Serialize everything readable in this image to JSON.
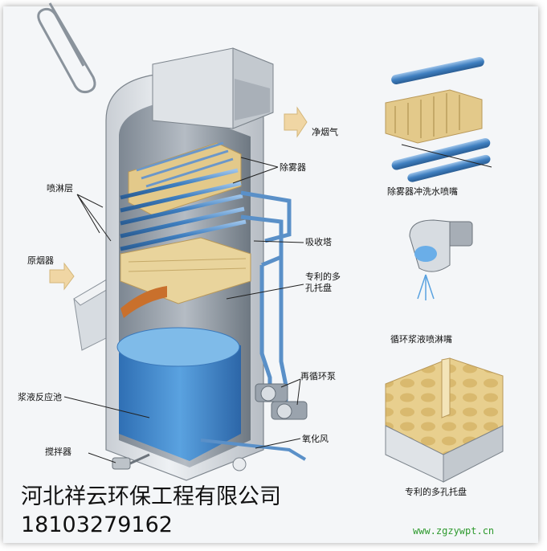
{
  "labels": {
    "clean_gas": "净烟气",
    "demister": "除雾器",
    "spray_layer": "喷淋层",
    "inlet_gas": "原烟器",
    "absorber": "吸收塔",
    "tray_line1": "专利的多",
    "tray_line2": "孔托盘",
    "reaction_tank": "浆液反应池",
    "recirc_pump": "再循环泵",
    "agitator": "搅拌器",
    "oxidation_air": "氧化风",
    "demister_nozzle": "除雾器冲洗水喷嘴",
    "slurry_nozzle": "循环浆液喷淋嘴",
    "tray_detail": "专利的多孔托盘"
  },
  "footer": {
    "company": "河北祥云环保工程有限公司",
    "phone": "18103279162",
    "website": "www.zgzywpt.cn"
  },
  "colors": {
    "tower": "#e2e6ea",
    "pipe": "#5a90c8",
    "slurry": "#3f87cf",
    "packing": "#e3c98a"
  }
}
